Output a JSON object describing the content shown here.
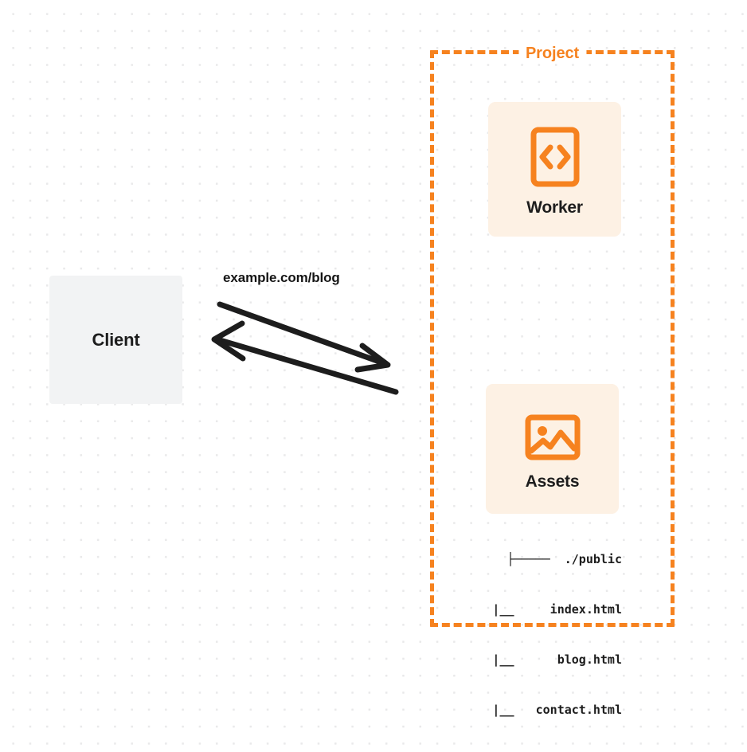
{
  "diagram": {
    "title": "Client to Project Worker and Assets request flow",
    "background": {
      "color": "#ffffff",
      "dot_color": "#e9e9ea"
    },
    "accent_color": "#f6821f",
    "node_fill_color": "#fdf1e4",
    "client_fill_color": "#f2f3f4",
    "text_color": "#1d1d1d"
  },
  "project": {
    "label": "Project",
    "border_style": "dashed",
    "border_color": "#f6821f"
  },
  "nodes": {
    "client": {
      "label": "Client",
      "icon": "none"
    },
    "worker": {
      "label": "Worker",
      "icon": "code-file-icon"
    },
    "assets": {
      "label": "Assets",
      "icon": "image-icon"
    }
  },
  "edge": {
    "label": "example.com/blog",
    "request_direction": "client-to-project",
    "response_direction": "project-to-client"
  },
  "file_tree": {
    "lines": [
      "├─────  ./public",
      "    |__     index.html",
      "    |__      blog.html",
      "    |__   contact.html"
    ]
  }
}
